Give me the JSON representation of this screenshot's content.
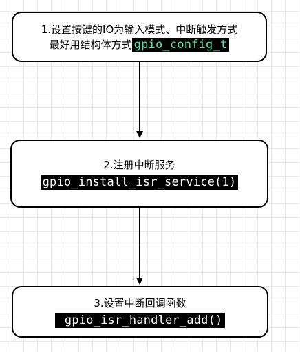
{
  "diagram": {
    "steps": [
      {
        "line1": "1.设置按键的IO为输入模式、中断触发方式",
        "line2_prefix": "最好用结构体方式",
        "code": "gpio_config_t"
      },
      {
        "line1": "2.注册中断服务",
        "code": "gpio_install_isr_service(1)"
      },
      {
        "line1": "3.设置中断回调函数",
        "code": " gpio_isr_handler_add()"
      }
    ]
  }
}
